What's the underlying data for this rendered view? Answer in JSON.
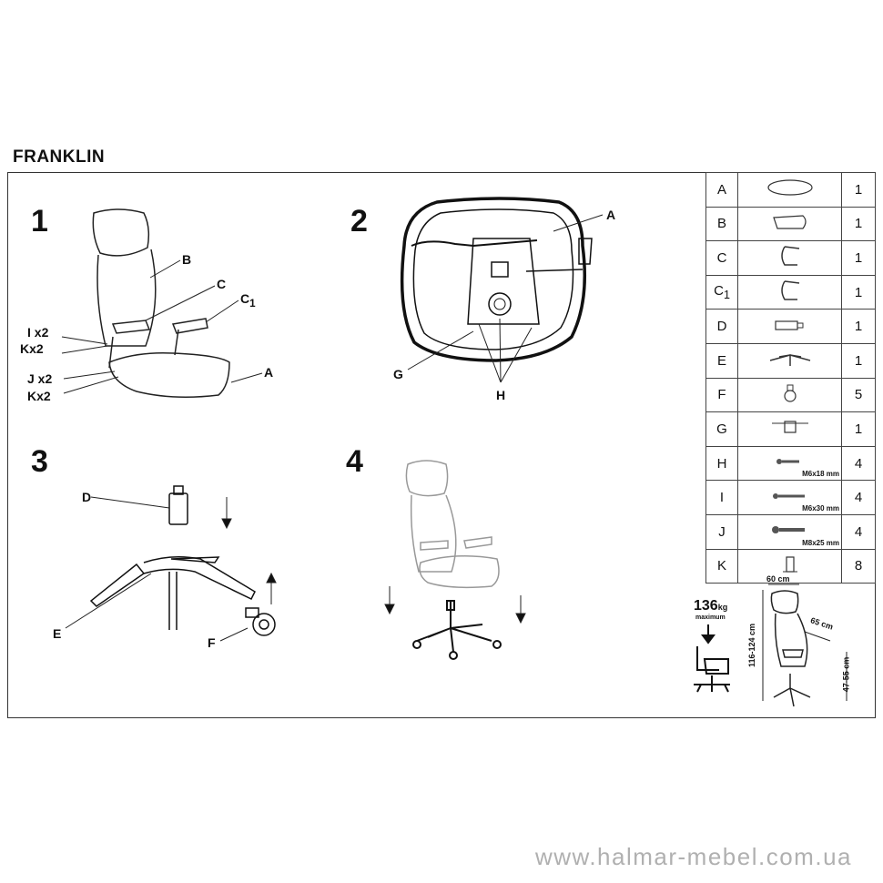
{
  "title": "FRANKLIN",
  "steps": [
    "1",
    "2",
    "3",
    "4"
  ],
  "step1": {
    "B": "B",
    "C": "C",
    "C1_main": "C",
    "C1_sub": "1",
    "A": "A",
    "Ix2": "I x2",
    "Kx2a": "Kx2",
    "Jx2": "J x2",
    "Kx2b": "Kx2"
  },
  "step2": {
    "A": "A",
    "G": "G",
    "H": "H"
  },
  "step3": {
    "D": "D",
    "E": "E",
    "F": "F"
  },
  "parts": [
    {
      "letter": "A",
      "sub": "",
      "qty": "1",
      "size": ""
    },
    {
      "letter": "B",
      "sub": "",
      "qty": "1",
      "size": ""
    },
    {
      "letter": "C",
      "sub": "",
      "qty": "1",
      "size": ""
    },
    {
      "letter": "C",
      "sub": "1",
      "qty": "1",
      "size": ""
    },
    {
      "letter": "D",
      "sub": "",
      "qty": "1",
      "size": ""
    },
    {
      "letter": "E",
      "sub": "",
      "qty": "1",
      "size": ""
    },
    {
      "letter": "F",
      "sub": "",
      "qty": "5",
      "size": ""
    },
    {
      "letter": "G",
      "sub": "",
      "qty": "1",
      "size": ""
    },
    {
      "letter": "H",
      "sub": "",
      "qty": "4",
      "size": "M6x18 mm"
    },
    {
      "letter": "I",
      "sub": "",
      "qty": "4",
      "size": "M6x30 mm"
    },
    {
      "letter": "J",
      "sub": "",
      "qty": "4",
      "size": "M8x25 mm"
    },
    {
      "letter": "K",
      "sub": "",
      "qty": "8",
      "size": ""
    }
  ],
  "specs": {
    "load": "136",
    "load_unit": "kg",
    "load_label": "maximum",
    "width": "60 cm",
    "depth": "65 cm",
    "height": "116-124 cm",
    "seat_height": "47-55 cm"
  },
  "footer": "www.halmar-mebel.com.ua"
}
